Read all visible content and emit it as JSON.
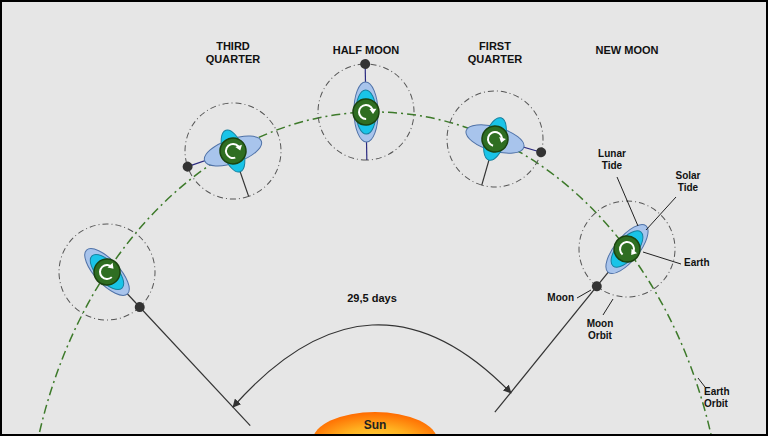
{
  "diagram": {
    "nodes": [
      {
        "text": [
          "Sun"
        ]
      }
    ],
    "labels": [
      "THIRD QUARTER",
      "HALF MOON",
      "FIRST QUARTER",
      "NEW MOON",
      "Lunar Tide",
      "Solar Tide",
      "Earth",
      "29,5 days",
      "Moon",
      "Moon Orbit",
      "Earth Orbit"
    ]
  }
}
